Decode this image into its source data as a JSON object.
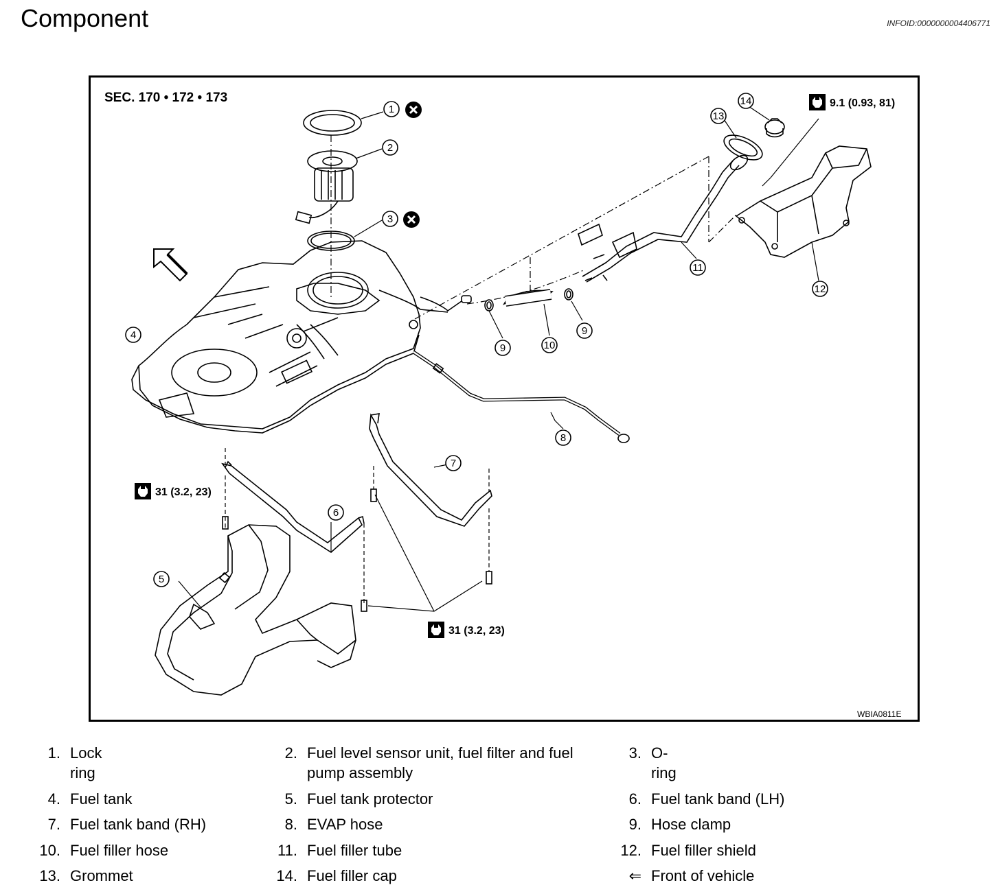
{
  "header": {
    "title": "Component",
    "info_id": "INFOID:0000000004406771"
  },
  "figure": {
    "section_label": "SEC. 170 • 172 • 173",
    "figure_code": "WBIA0811E",
    "torque_specs": {
      "filler_shield": "9.1 (0.93, 81)",
      "band_lh": "31 (3.2, 23)",
      "band_rh": "31 (3.2, 23)"
    },
    "callouts": [
      "1",
      "2",
      "3",
      "4",
      "5",
      "6",
      "7",
      "8",
      "9",
      "9",
      "10",
      "11",
      "12",
      "13",
      "14"
    ]
  },
  "legend": [
    {
      "num": "1.",
      "text": "Lock ring"
    },
    {
      "num": "2.",
      "text": "Fuel level sensor unit, fuel filter and fuel",
      "text2": "pump assembly"
    },
    {
      "num": "3.",
      "text": "O-ring"
    },
    {
      "num": "4.",
      "text": "Fuel tank"
    },
    {
      "num": "5.",
      "text": "Fuel tank protector"
    },
    {
      "num": "6.",
      "text": "Fuel tank band (LH)"
    },
    {
      "num": "7.",
      "text": "Fuel tank band (RH)"
    },
    {
      "num": "8.",
      "text": "EVAP hose"
    },
    {
      "num": "9.",
      "text": "Hose clamp"
    },
    {
      "num": "10.",
      "text": "Fuel filler hose"
    },
    {
      "num": "11.",
      "text": "Fuel filler tube"
    },
    {
      "num": "12.",
      "text": "Fuel filler shield"
    },
    {
      "num": "13.",
      "text": "Grommet"
    },
    {
      "num": "14.",
      "text": "Fuel filler cap"
    },
    {
      "num": "⇐",
      "text": "Front of vehicle"
    }
  ]
}
